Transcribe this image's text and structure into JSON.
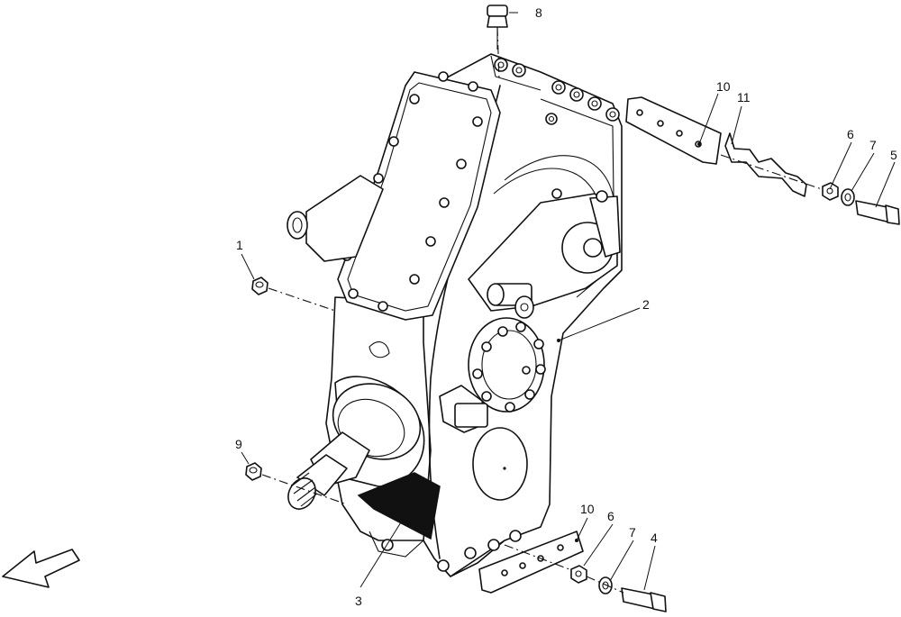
{
  "callouts": {
    "c1": "1",
    "c2": "2",
    "c3": "3",
    "c4": "4",
    "c5": "5",
    "c6_top": "6",
    "c6_bottom": "6",
    "c7_top": "7",
    "c7_bottom": "7",
    "c8": "8",
    "c9": "9",
    "c10_top": "10",
    "c10_bottom": "10",
    "c11": "11"
  },
  "icons": {
    "direction_arrow": "arrow-down-left-icon"
  },
  "colors": {
    "ink": "#111111",
    "background": "#ffffff"
  }
}
